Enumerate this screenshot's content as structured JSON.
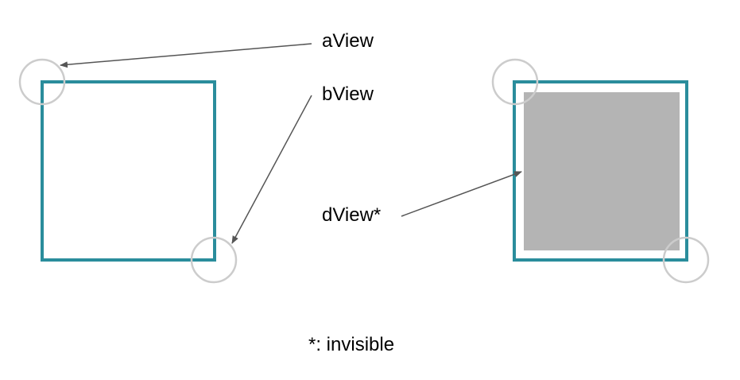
{
  "labels": {
    "a_view": "aView",
    "b_view": "bView",
    "d_view": "dView*",
    "footnote": "*: invisible"
  },
  "colors": {
    "frame": "#2a8d9c",
    "handle": "#cccccc",
    "fill": "#b4b4b4",
    "arrow": "#555555"
  }
}
